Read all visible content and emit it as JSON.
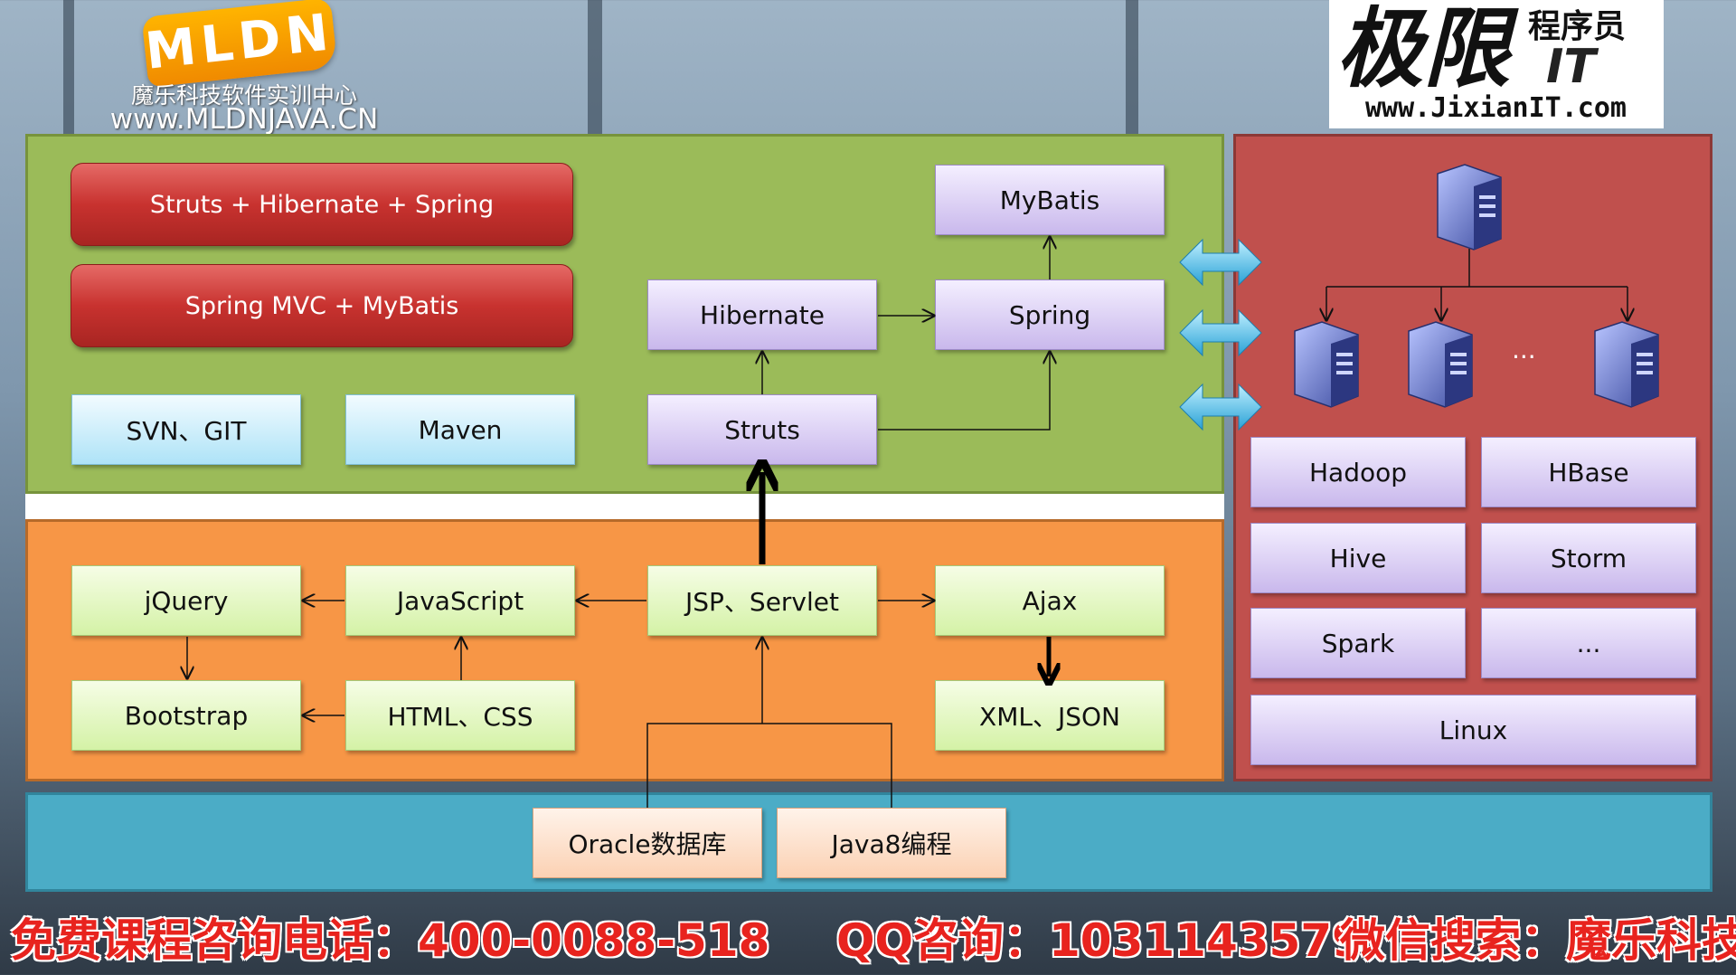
{
  "branding": {
    "mldn_logo": "MLDN",
    "mldn_subtitle": "魔乐科技软件实训中心",
    "mldn_url": "www.MLDNJAVA.CN",
    "jixian_title": "极限",
    "jixian_small": "程序员",
    "jixian_it": "IT",
    "jixian_url": "www.JixianIT.com"
  },
  "green_panel": {
    "frameworks": [
      "Struts + Hibernate + Spring",
      "Spring MVC + MyBatis"
    ],
    "tools": [
      "SVN、GIT",
      "Maven"
    ],
    "mybatis": "MyBatis",
    "hibernate": "Hibernate",
    "spring": "Spring",
    "struts": "Struts"
  },
  "orange_panel": {
    "jquery": "jQuery",
    "javascript": "JavaScript",
    "jsp_servlet": "JSP、Servlet",
    "ajax": "Ajax",
    "bootstrap": "Bootstrap",
    "html_css": "HTML、CSS",
    "xml_json": "XML、JSON"
  },
  "red_panel": {
    "server_ellipsis": "...",
    "hadoop": "Hadoop",
    "hbase": "HBase",
    "hive": "Hive",
    "storm": "Storm",
    "spark": "Spark",
    "ellipsis": "...",
    "linux": "Linux"
  },
  "blue_panel": {
    "oracle": "Oracle数据库",
    "java8": "Java8编程"
  },
  "footer": {
    "phone": "免费课程咨询电话：400-0088-518",
    "qq": "QQ咨询：1031143579",
    "wechat": "微信搜索：魔乐科技"
  },
  "colors": {
    "green_panel": "#9bbb59",
    "orange_panel": "#f79646",
    "red_panel": "#c0504d",
    "blue_panel": "#4bacc6",
    "footer_text": "#e8231e"
  }
}
